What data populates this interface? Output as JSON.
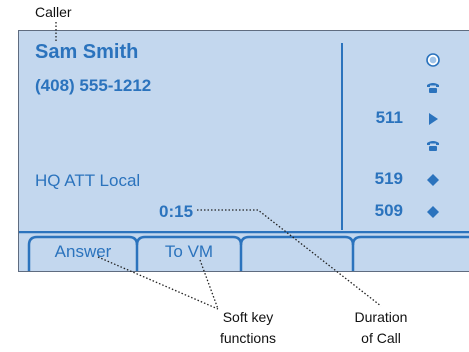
{
  "callouts": {
    "caller": "Caller",
    "softkey_line1": "Soft key",
    "softkey_line2": "functions",
    "duration_line1": "Duration",
    "duration_line2": "of Call"
  },
  "screen": {
    "caller_name": "Sam Smith",
    "caller_number": "(408) 555-1212",
    "line_label": "HQ ATT Local",
    "call_duration": "0:15",
    "lines": [
      {
        "number": "",
        "icon": "ring-indicator-icon"
      },
      {
        "number": "",
        "icon": "phone-icon"
      },
      {
        "number": "511",
        "icon": "play-arrow-icon"
      },
      {
        "number": "",
        "icon": "phone-icon"
      },
      {
        "number": "519",
        "icon": "diamond-icon"
      },
      {
        "number": "509",
        "icon": "diamond-icon"
      }
    ],
    "softkeys": [
      {
        "label": "Answer"
      },
      {
        "label": "To VM"
      },
      {
        "label": ""
      },
      {
        "label": ""
      }
    ]
  },
  "colors": {
    "screen_bg": "#c3d7ee",
    "accent_blue": "#2b73bd",
    "border": "#5f6c80"
  }
}
